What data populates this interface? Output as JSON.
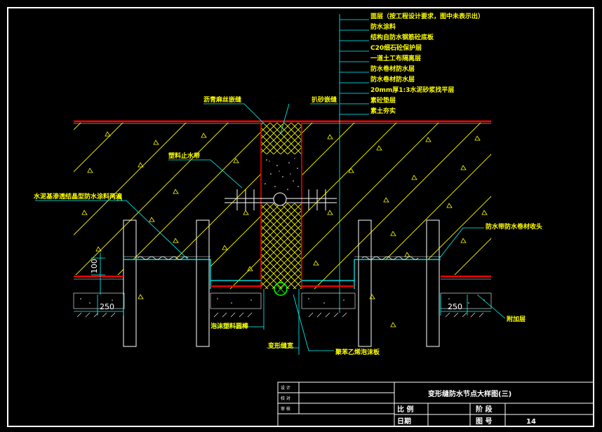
{
  "layer_labels": [
    "面层（按工程设计要求，图中未表示出）",
    "防水涂料",
    "结构自防水钢筋砼底板",
    "C20细石砼保护层",
    "一道土工布隔离层",
    "防水卷材防水层",
    "防水卷材防水层",
    "20mm厚1:3水泥砂浆找平层",
    "素砼垫层",
    "素土夯实"
  ],
  "labels": {
    "asphalt": "沥青麻丝嵌缝",
    "sealant": "扒砂嵌缝",
    "waterstop": "塑料止水带",
    "cement_coating": "水泥基渗透结晶型防水涂料两遍",
    "sealing_plate": "防水带防水卷材收头",
    "foam_rod": "泡沫塑料圆棒",
    "polyethylene": "聚苯乙烯泡沫板",
    "deform_width": "变形缝宽",
    "additional_layer": "附加层"
  },
  "dimensions": {
    "left_250": "250",
    "right_250": "250",
    "left_100": "100"
  },
  "title_block": {
    "design": "设 计",
    "check": "校 对",
    "audit": "审 核",
    "title": "变形缝防水节点大样图(三)",
    "scale_label": "比 例",
    "stage_label": "阶 段",
    "date_label": "日期",
    "drawing_no_label": "图 号",
    "drawing_no": "14"
  },
  "colors": {
    "background": "#000000",
    "hatch": "#ffff00",
    "leader": "#00ffff",
    "red": "#ff0000",
    "frame": "#ffffff",
    "gravel": "#808080"
  }
}
